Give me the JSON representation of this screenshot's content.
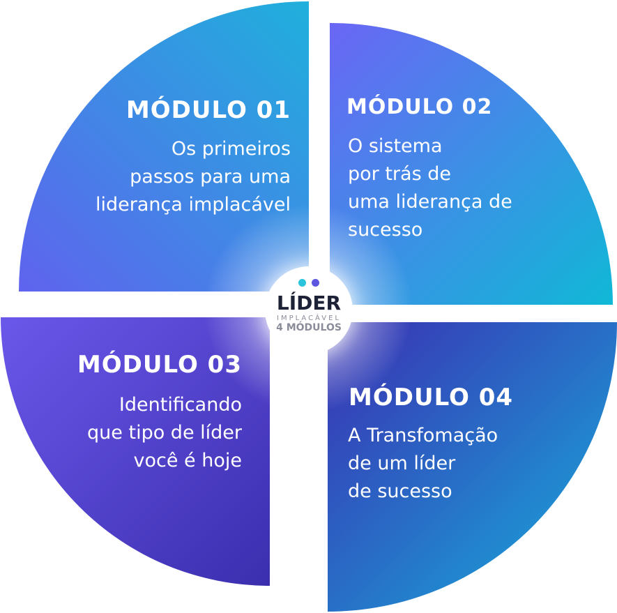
{
  "modules": [
    {
      "title": "MÓDULO 01",
      "text": "Os primeiros\npassos para uma\nliderança implacável"
    },
    {
      "title": "MÓDULO 02",
      "text": "O sistema\npor trás de\numa liderança de\nsucesso"
    },
    {
      "title": "MÓDULO 03",
      "text": "Identificando\nque tipo de líder\nvocê é hoje"
    },
    {
      "title": "MÓDULO 04",
      "text": "A Transfomação\nde um líder\nde sucesso"
    }
  ],
  "badge": {
    "title": "LÍDER",
    "subtitle": "IMPLACÁVEL",
    "count": "4 MÓDULOS"
  },
  "colors": {
    "cyan": "#2bc4dc",
    "purple": "#5b55e0",
    "dark": "#1e2236",
    "grey": "#8a8d99"
  }
}
